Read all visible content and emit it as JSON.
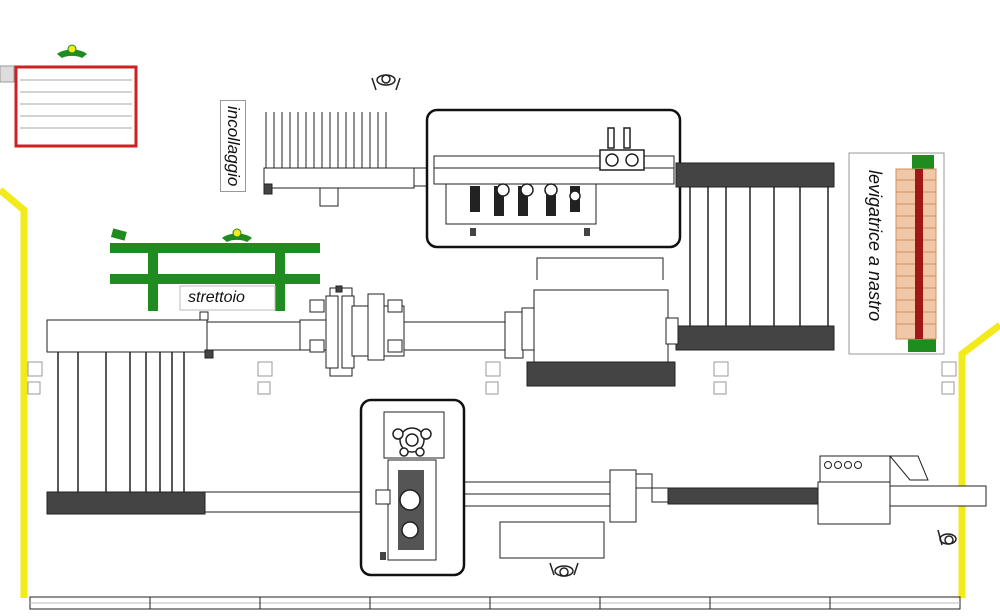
{
  "labels": {
    "gluing": "incollaggio",
    "clamp": "strettoio",
    "sander": "levigatrice a nastro"
  },
  "colors": {
    "line": "#222222",
    "green": "#1e8c1e",
    "red_frame": "#cc2222",
    "yellow_wall": "#f2ea1a",
    "sander_belt": "#a01818",
    "sander_rollers": "#f0c8a8",
    "label_box_border": "#999999"
  },
  "icons": [
    "operator-icon",
    "warning-arc-icon"
  ]
}
